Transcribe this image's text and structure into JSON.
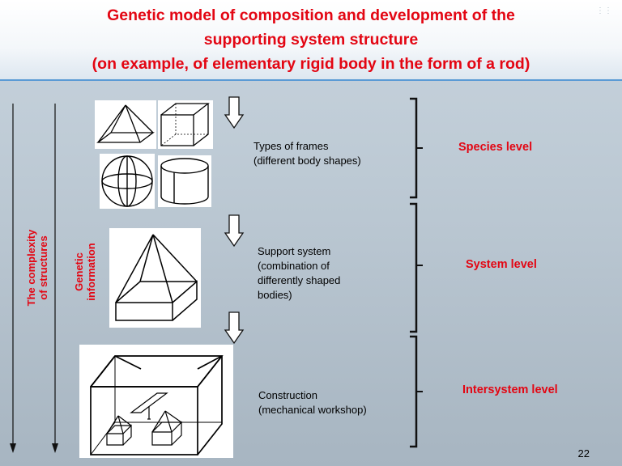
{
  "title": {
    "line1": "Genetic model of composition and development of the",
    "line2": "supporting system structure",
    "line3": "(on example, of elementary rigid body in the form of a rod)"
  },
  "axes": {
    "complexity": {
      "line1": "The complexity",
      "line2": "of structures"
    },
    "genetic": {
      "line1": "Genetic",
      "line2": "information"
    }
  },
  "stages": [
    {
      "line1": "Types of frames",
      "line2": "(different body shapes)",
      "level": "Species level"
    },
    {
      "line1": "Support system",
      "line2": "(combination of",
      "line3": "differently shaped",
      "line4": "bodies)",
      "level": "System level"
    },
    {
      "line1": "Construction",
      "line2": "(mechanical workshop)",
      "level": "Intersystem level"
    }
  ],
  "page_number": "22",
  "colors": {
    "title": "#e30613",
    "complexity": "#e30613",
    "genetic": "#e30613",
    "header_border": "#5b9bd5"
  }
}
